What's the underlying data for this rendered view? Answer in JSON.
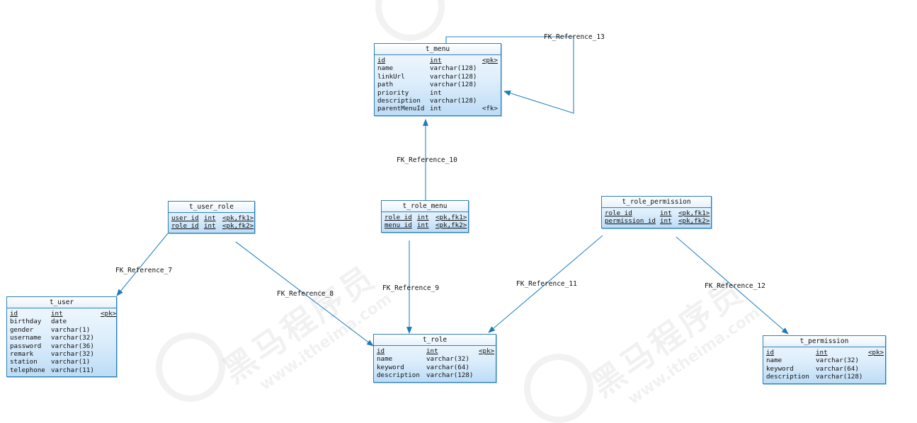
{
  "watermark": {
    "brand": "黑马程序员",
    "url": "www.itheima.com"
  },
  "tables": {
    "t_menu": {
      "title": "t_menu",
      "rows": [
        {
          "name": "id",
          "type": "int",
          "key": "<pk>",
          "underline": true
        },
        {
          "name": "name",
          "type": "varchar(128)",
          "key": ""
        },
        {
          "name": "linkUrl",
          "type": "varchar(128)",
          "key": ""
        },
        {
          "name": "path",
          "type": "varchar(128)",
          "key": ""
        },
        {
          "name": "priority",
          "type": "int",
          "key": ""
        },
        {
          "name": "description",
          "type": "varchar(128)",
          "key": ""
        },
        {
          "name": "parentMenuId",
          "type": "int",
          "key": "<fk>"
        }
      ]
    },
    "t_user_role": {
      "title": "t_user_role",
      "rows": [
        {
          "name": "user_id",
          "type": "int",
          "key": "<pk,fk1>",
          "underline": true
        },
        {
          "name": "role_id",
          "type": "int",
          "key": "<pk,fk2>",
          "underline": true
        }
      ]
    },
    "t_role_menu": {
      "title": "t_role_menu",
      "rows": [
        {
          "name": "role_id",
          "type": "int",
          "key": "<pk,fk1>",
          "underline": true
        },
        {
          "name": "menu_id",
          "type": "int",
          "key": "<pk,fk2>",
          "underline": true
        }
      ]
    },
    "t_role_permission": {
      "title": "t_role_permission",
      "rows": [
        {
          "name": "role_id",
          "type": "int",
          "key": "<pk,fk1>",
          "underline": true
        },
        {
          "name": "permission_id",
          "type": "int",
          "key": "<pk,fk2>",
          "underline": true
        }
      ]
    },
    "t_user": {
      "title": "t_user",
      "rows": [
        {
          "name": "id",
          "type": "int",
          "key": "<pk>",
          "underline": true
        },
        {
          "name": "birthday",
          "type": "date",
          "key": ""
        },
        {
          "name": "gender",
          "type": "varchar(1)",
          "key": ""
        },
        {
          "name": "username",
          "type": "varchar(32)",
          "key": ""
        },
        {
          "name": "password",
          "type": "varchar(36)",
          "key": ""
        },
        {
          "name": "remark",
          "type": "varchar(32)",
          "key": ""
        },
        {
          "name": "station",
          "type": "varchar(1)",
          "key": ""
        },
        {
          "name": "telephone",
          "type": "varchar(11)",
          "key": ""
        }
      ]
    },
    "t_role": {
      "title": "t_role",
      "rows": [
        {
          "name": "id",
          "type": "int",
          "key": "<pk>",
          "underline": true
        },
        {
          "name": "name",
          "type": "varchar(32)",
          "key": ""
        },
        {
          "name": "keyword",
          "type": "varchar(64)",
          "key": ""
        },
        {
          "name": "description",
          "type": "varchar(128)",
          "key": ""
        }
      ]
    },
    "t_permission": {
      "title": "t_permission",
      "rows": [
        {
          "name": "id",
          "type": "int",
          "key": "<pk>",
          "underline": true
        },
        {
          "name": "name",
          "type": "varchar(32)",
          "key": ""
        },
        {
          "name": "keyword",
          "type": "varchar(64)",
          "key": ""
        },
        {
          "name": "description",
          "type": "varchar(128)",
          "key": ""
        }
      ]
    }
  },
  "references": [
    {
      "id": "ref13",
      "label": "FK_Reference_13"
    },
    {
      "id": "ref10",
      "label": "FK_Reference_10"
    },
    {
      "id": "ref7",
      "label": "FK_Reference_7"
    },
    {
      "id": "ref8",
      "label": "FK_Reference_8"
    },
    {
      "id": "ref9",
      "label": "FK_Reference_9"
    },
    {
      "id": "ref11",
      "label": "FK_Reference_11"
    },
    {
      "id": "ref12",
      "label": "FK_Reference_12"
    }
  ]
}
